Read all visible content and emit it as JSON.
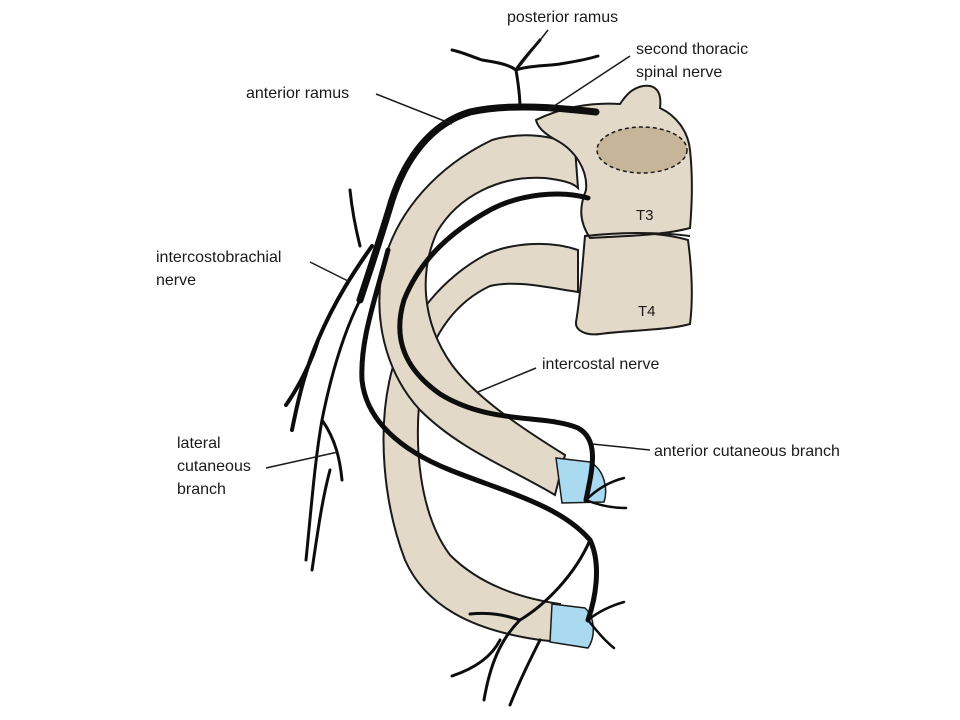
{
  "colors": {
    "bone_fill": "#e3d9c8",
    "bone_outline": "#1a1a1a",
    "nerve": "#0d0d0d",
    "cartilage": "#a9daf0",
    "disc_shade": "#c7b59a",
    "leader": "#1a1a1a",
    "background": "#ffffff"
  },
  "vertebrae": [
    "T3",
    "T4"
  ],
  "labels": {
    "posterior_ramus": "posterior ramus",
    "second_thoracic_spinal_nerve": [
      "second thoracic",
      "spinal nerve"
    ],
    "anterior_ramus": "anterior ramus",
    "intercostobrachial_nerve": [
      "intercostobrachial",
      "nerve"
    ],
    "intercostal_nerve": "intercostal nerve",
    "anterior_cutaneous_branch": "anterior cutaneous branch",
    "lateral_cutaneous_branch": [
      "lateral",
      "cutaneous",
      "branch"
    ]
  }
}
